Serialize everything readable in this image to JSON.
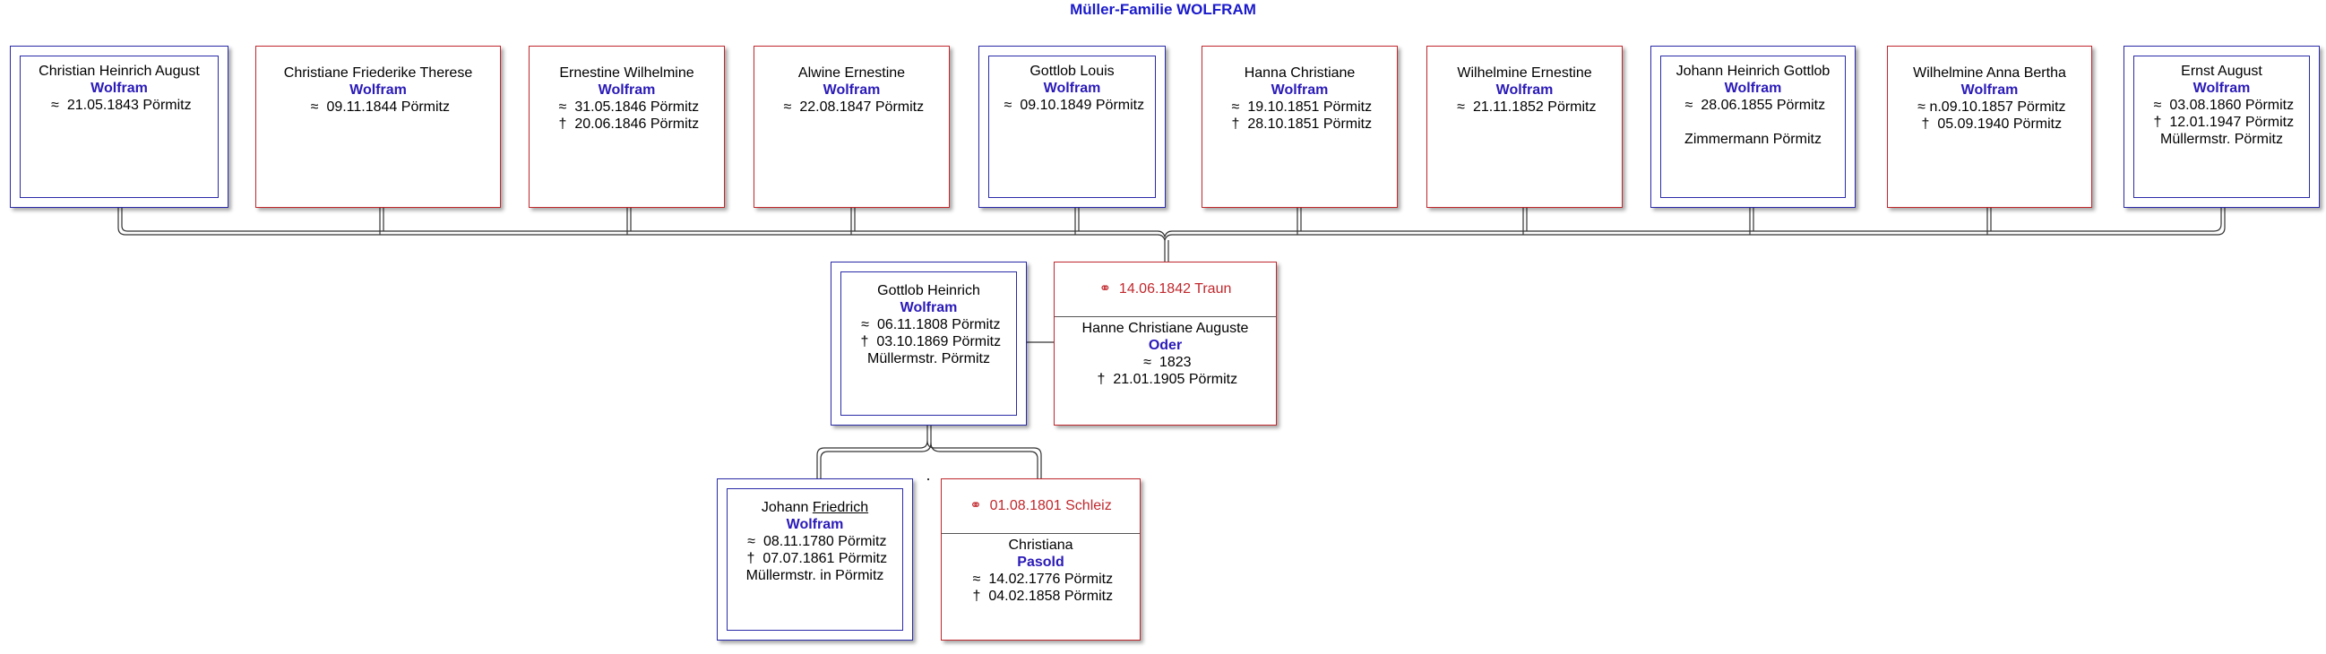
{
  "title": "Müller-Familie WOLFRAM",
  "symbols": {
    "born": "≈",
    "died": "†",
    "married": "⚭"
  },
  "children": [
    {
      "given": "Christian Heinrich August",
      "surname": "Wolfram",
      "born": "21.05.1843 Pörmitz",
      "died": "",
      "extra": "",
      "sex": "m"
    },
    {
      "given": "Christiane Friederike Therese",
      "surname": "Wolfram",
      "born": "09.11.1844 Pörmitz",
      "died": "",
      "extra": "",
      "sex": "f"
    },
    {
      "given": "Ernestine Wilhelmine",
      "surname": "Wolfram",
      "born": "31.05.1846 Pörmitz",
      "died": "20.06.1846 Pörmitz",
      "extra": "",
      "sex": "f"
    },
    {
      "given": "Alwine Ernestine",
      "surname": "Wolfram",
      "born": "22.08.1847 Pörmitz",
      "died": "",
      "extra": "",
      "sex": "f"
    },
    {
      "given": "Gottlob Louis",
      "surname": "Wolfram",
      "born": "09.10.1849 Pörmitz",
      "died": "",
      "extra": "",
      "sex": "m"
    },
    {
      "given": "Hanna Christiane",
      "surname": "Wolfram",
      "born": "19.10.1851 Pörmitz",
      "died": "28.10.1851 Pörmitz",
      "extra": "",
      "sex": "f"
    },
    {
      "given": "Wilhelmine Ernestine",
      "surname": "Wolfram",
      "born": "21.11.1852 Pörmitz",
      "died": "",
      "extra": "",
      "sex": "f"
    },
    {
      "given": "Johann Heinrich Gottlob",
      "surname": "Wolfram",
      "born": "28.06.1855 Pörmitz",
      "died": "",
      "extra": "Zimmermann Pörmitz",
      "sex": "m"
    },
    {
      "given": "Wilhelmine Anna Bertha",
      "surname": "Wolfram",
      "born": "n.09.10.1857 Pörmitz",
      "died": "05.09.1940 Pörmitz",
      "extra": "",
      "sex": "f"
    },
    {
      "given": "Ernst August",
      "surname": "Wolfram",
      "born": "03.08.1860 Pörmitz",
      "died": "12.01.1947 Pörmitz",
      "extra": "Müllermstr. Pörmitz",
      "sex": "m"
    }
  ],
  "parents": {
    "father": {
      "given": "Gottlob Heinrich",
      "surname": "Wolfram",
      "born": "06.11.1808 Pörmitz",
      "died": "03.10.1869 Pörmitz",
      "extra": "Müllermstr. Pörmitz"
    },
    "marriage": "14.06.1842 Traun",
    "mother": {
      "given": "Hanne Christiane Auguste",
      "surname": "Oder",
      "born": "1823",
      "died": "21.01.1905 Pörmitz"
    }
  },
  "grandparents": {
    "father": {
      "given_prefix": "Johann",
      "given_call": "Friedrich",
      "surname": "Wolfram",
      "born": "08.11.1780 Pörmitz",
      "died": "07.07.1861 Pörmitz",
      "extra": "Müllermstr. in Pörmitz"
    },
    "marriage": "01.08.1801 Schleiz",
    "mother": {
      "given": "Christiana",
      "surname": "Pasold",
      "born": "14.02.1776 Pörmitz",
      "died": "04.02.1858 Pörmitz"
    }
  },
  "colors": {
    "male": "#2a2aa8",
    "female": "#c0282d",
    "surname": "#2a1ab8",
    "title": "#1a1acc"
  }
}
